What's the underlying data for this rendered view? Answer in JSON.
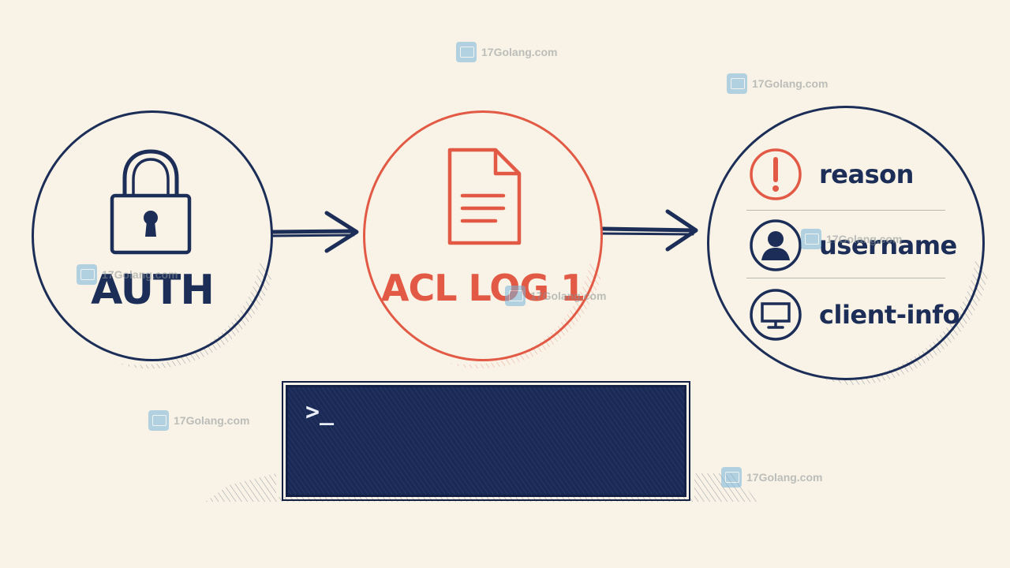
{
  "nodes": {
    "auth": {
      "label": "AUTH"
    },
    "acl_log": {
      "label": "ACL LOG 1"
    },
    "fields": [
      {
        "label": "reason",
        "icon": "exclamation-icon"
      },
      {
        "label": "username",
        "icon": "user-icon"
      },
      {
        "label": "client-info",
        "icon": "monitor-icon"
      }
    ]
  },
  "terminal": {
    "prompt": ">_"
  },
  "watermark": {
    "site": "17Golang.com"
  },
  "colors": {
    "navy": "#1c2e57",
    "red": "#e25a45",
    "background": "#f8f3e6"
  }
}
